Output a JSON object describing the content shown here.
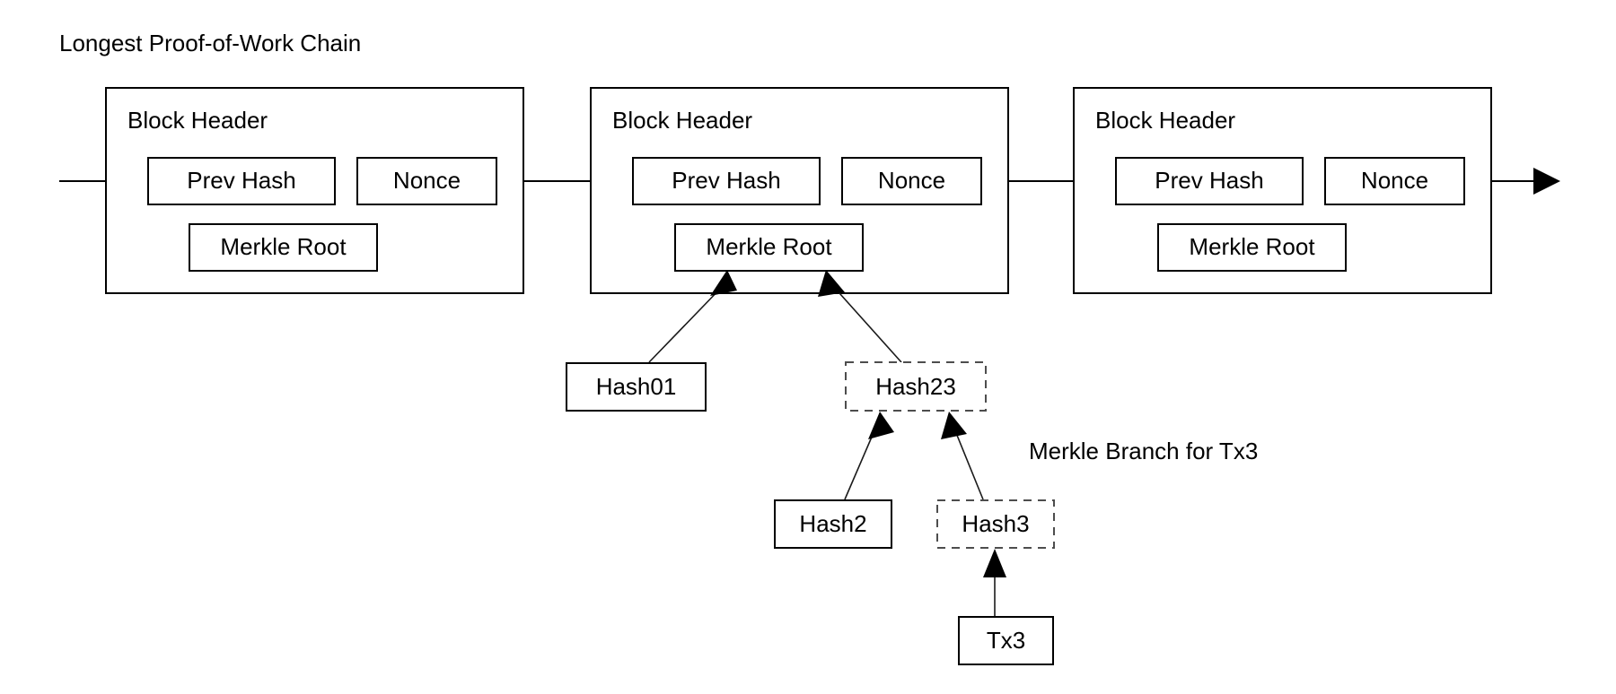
{
  "diagram": {
    "title": "Longest Proof-of-Work Chain",
    "branch_label": "Merkle Branch for Tx3",
    "colors": {
      "stroke": "#000000",
      "dashed_stroke": "#4d4d4d",
      "background": "#ffffff",
      "text": "#000000"
    },
    "blocks": [
      {
        "header_label": "Block Header",
        "prev_hash_label": "Prev Hash",
        "nonce_label": "Nonce",
        "merkle_root_label": "Merkle Root"
      },
      {
        "header_label": "Block Header",
        "prev_hash_label": "Prev Hash",
        "nonce_label": "Nonce",
        "merkle_root_label": "Merkle Root"
      },
      {
        "header_label": "Block Header",
        "prev_hash_label": "Prev Hash",
        "nonce_label": "Nonce",
        "merkle_root_label": "Merkle Root"
      }
    ],
    "merkle_nodes": [
      {
        "label": "Hash01",
        "style": "solid"
      },
      {
        "label": "Hash23",
        "style": "dashed"
      },
      {
        "label": "Hash2",
        "style": "solid"
      },
      {
        "label": "Hash3",
        "style": "dashed"
      },
      {
        "label": "Tx3",
        "style": "solid"
      }
    ]
  }
}
